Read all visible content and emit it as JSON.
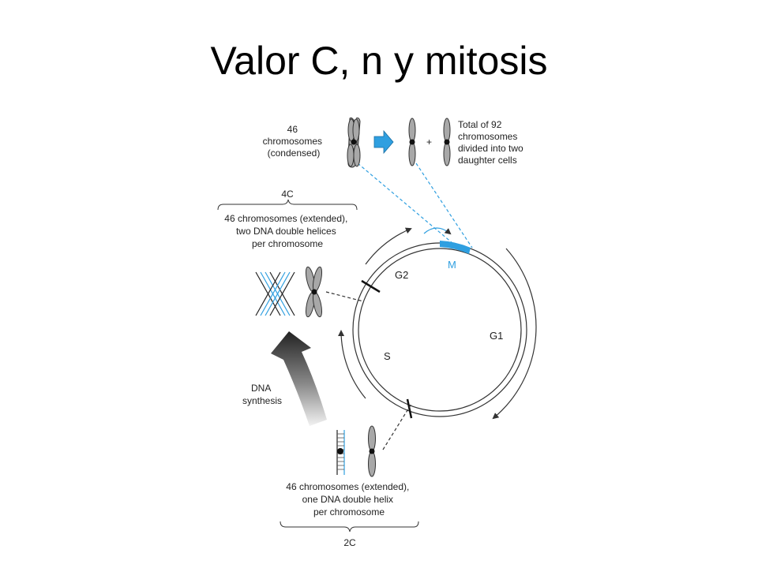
{
  "slide": {
    "title": "Valor C, n y mitosis"
  },
  "diagram": {
    "top_left_label": [
      "46",
      "chromosomes",
      "(condensed)"
    ],
    "top_right_label": [
      "Total of 92",
      "chromosomes",
      "divided into two",
      "daughter cells"
    ],
    "plus_sign": "+",
    "c4_label": "4C",
    "g2_label": [
      "46 chromosomes (extended),",
      "two DNA double helices",
      "per chromosome"
    ],
    "dna_synthesis_label": [
      "DNA",
      "synthesis"
    ],
    "g1_label": [
      "46 chromosomes (extended),",
      "one DNA double helix",
      "per chromosome"
    ],
    "c2_label": "2C",
    "phases": {
      "m": "M",
      "g2": "G2",
      "g1": "G1",
      "s": "S"
    },
    "colors": {
      "accent": "#2f9fe0",
      "chromosome": "#a8a8a8",
      "outline": "#333333"
    }
  }
}
